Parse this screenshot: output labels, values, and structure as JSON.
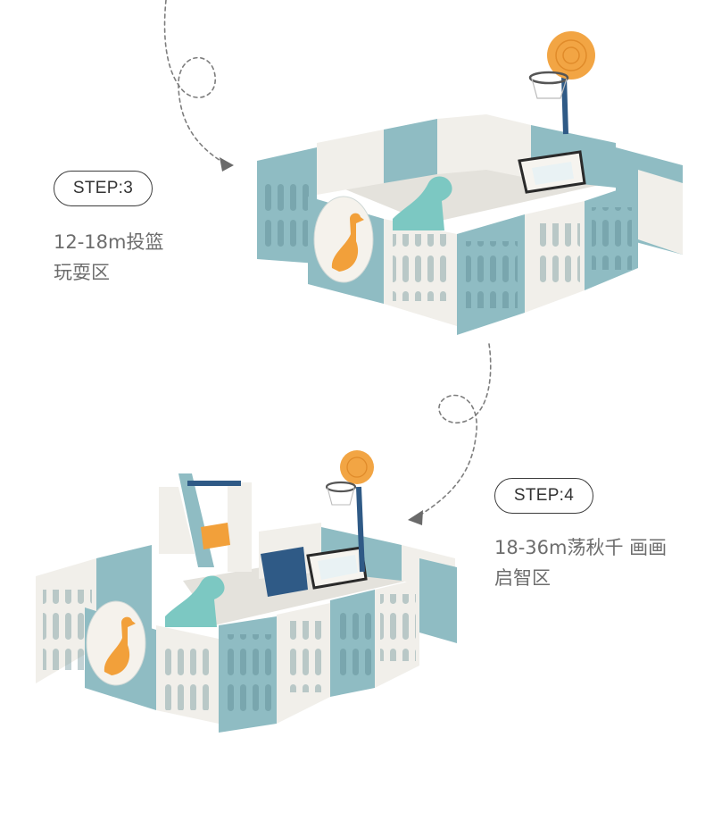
{
  "steps": [
    {
      "badge": "STEP:3",
      "caption_line1": "12-18m投篮",
      "caption_line2": "玩耍区"
    },
    {
      "badge": "STEP:4",
      "caption_line1": "18-36m荡秋千 画画",
      "caption_line2": "启智区"
    }
  ],
  "colors": {
    "teal_panel": "#8fbcc3",
    "white_panel": "#f1efea",
    "hoop_orange": "#f2a544",
    "pole_navy": "#2f5a86",
    "duck_yellow": "#f2a03a"
  }
}
